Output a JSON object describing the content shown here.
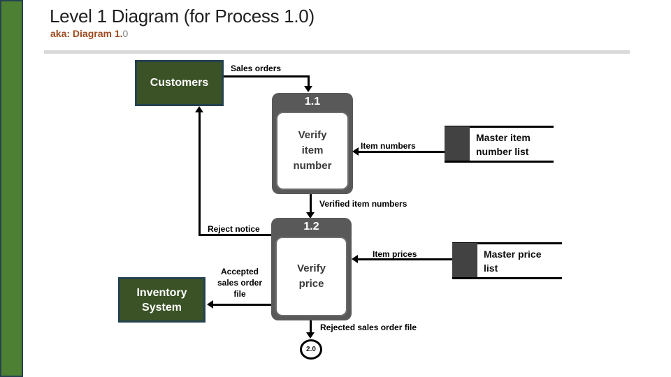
{
  "header": {
    "title": "Level 1 Diagram (for Process 1.0)",
    "subtitle_prefix": "aka: Diagram 1.",
    "subtitle_suffix": "0"
  },
  "entities": {
    "customers": "Customers",
    "inventory": "Inventory System"
  },
  "processes": [
    {
      "id": "1.1",
      "label": "Verify item number"
    },
    {
      "id": "1.2",
      "label": "Verify price"
    }
  ],
  "datastores": [
    {
      "label": "Master item number list"
    },
    {
      "label": "Master price list"
    }
  ],
  "flows": {
    "sales_orders": "Sales orders",
    "item_numbers": "Item numbers",
    "verified_item_numbers": "Verified item numbers",
    "reject_notice": "Reject notice",
    "item_prices": "Item prices",
    "accepted_sales_order_file": "Accepted sales order file",
    "rejected_sales_order_file": "Rejected sales order file"
  },
  "offpage": {
    "id": "2.0"
  },
  "colors": {
    "bar-green": "#4e8033",
    "entity-green": "#3a5226",
    "dark-border": "#24424e",
    "process-gray": "#595959",
    "datastore-gray": "#424242",
    "accent-orange": "#9c4a1e",
    "separator-gray": "#d9d9d9"
  }
}
